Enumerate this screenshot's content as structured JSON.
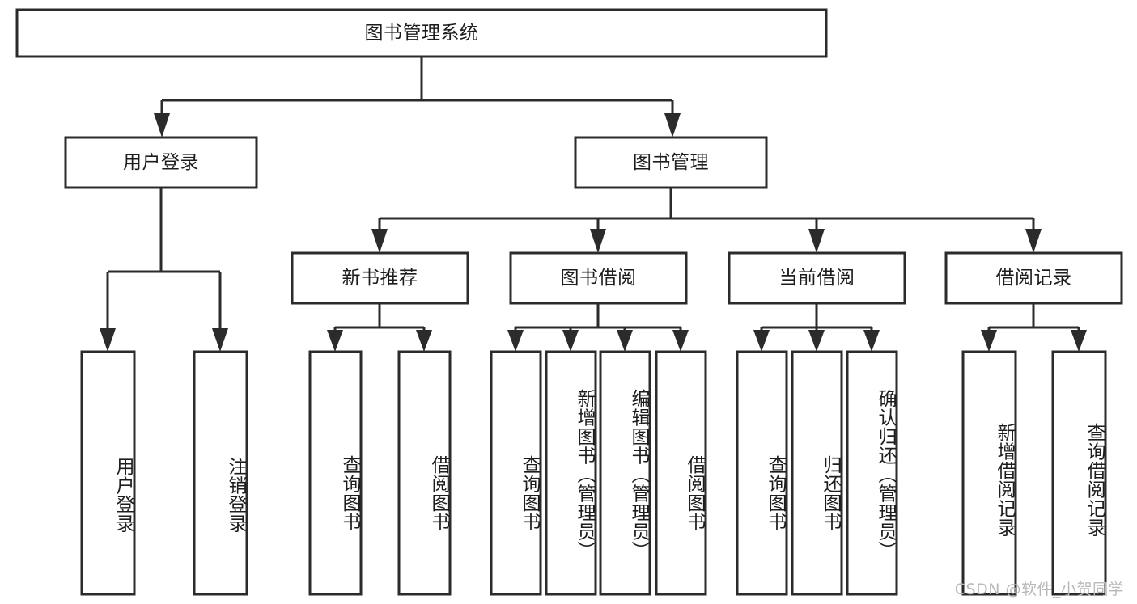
{
  "diagram": {
    "title": "图书管理系统",
    "watermark": "CSDN @软件_小贺同学",
    "orientation": "top-down-tree",
    "theme": {
      "background": "#ffffff",
      "box_fill": "#ffffff",
      "box_stroke": "#2b2b2b",
      "connector": "#2b2b2b",
      "text": "#1d1d1d",
      "watermark": "#b9b9b9"
    },
    "root": {
      "label": "图书管理系统"
    },
    "level2": [
      {
        "label": "用户登录"
      },
      {
        "label": "图书管理"
      }
    ],
    "level3": [
      {
        "label": "新书推荐"
      },
      {
        "label": "图书借阅"
      },
      {
        "label": "当前借阅"
      },
      {
        "label": "借阅记录"
      }
    ],
    "leaves": {
      "user_login": [
        {
          "label": "用户登录"
        },
        {
          "label": "注销登录"
        }
      ],
      "new_book": [
        {
          "label": "查询图书"
        },
        {
          "label": "借阅图书"
        }
      ],
      "book_borrow": [
        {
          "label": "查询图书"
        },
        {
          "label": "新增图书（管理员）"
        },
        {
          "label": "编辑图书（管理员）"
        },
        {
          "label": "借阅图书"
        }
      ],
      "current_borrow": [
        {
          "label": "查询图书"
        },
        {
          "label": "归还图书"
        },
        {
          "label": "确认归还（管理员）"
        }
      ],
      "borrow_record": [
        {
          "label": "新增借阅记录"
        },
        {
          "label": "查询借阅记录"
        }
      ]
    }
  }
}
